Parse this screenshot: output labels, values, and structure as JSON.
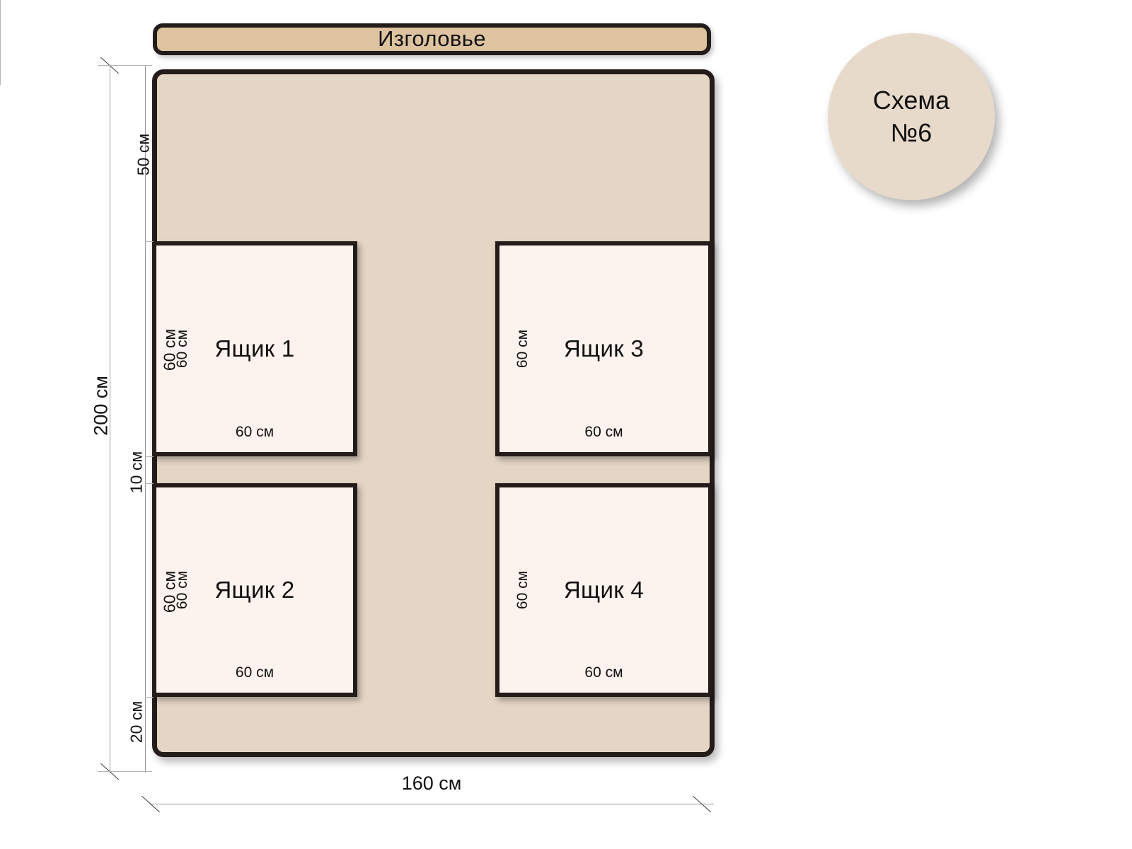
{
  "diagram": {
    "headboard": {
      "label": "Изголовье"
    },
    "badge": {
      "line1": "Схема",
      "line2": "№6"
    },
    "bed": {
      "total_height_label": "200 см",
      "total_width_label": "160 см",
      "segments": [
        {
          "name": "top-margin",
          "label": "50 см"
        },
        {
          "name": "drawer-row-1",
          "label": "60 см"
        },
        {
          "name": "middle-gap",
          "label": "10 см"
        },
        {
          "name": "drawer-row-2",
          "label": "60 см"
        },
        {
          "name": "bottom-margin",
          "label": "20 см"
        }
      ]
    },
    "drawers": [
      {
        "id": "drawer-1",
        "name": "Ящик 1",
        "height_label": "60 см",
        "width_label": "60 см"
      },
      {
        "id": "drawer-2",
        "name": "Ящик 2",
        "height_label": "60 см",
        "width_label": "60 см"
      },
      {
        "id": "drawer-3",
        "name": "Ящик 3",
        "height_label": "60 см",
        "width_label": "60 см"
      },
      {
        "id": "drawer-4",
        "name": "Ящик 4",
        "height_label": "60 см",
        "width_label": "60 см"
      }
    ],
    "colors": {
      "bed_fill": "#E5D5C5",
      "headboard_fill": "#DEC3A0",
      "drawer_fill": "#FCF2EE",
      "outline": "#231C1A",
      "badge_fill": "#E8DACB",
      "dimension_line": "#9a9a9a"
    }
  }
}
